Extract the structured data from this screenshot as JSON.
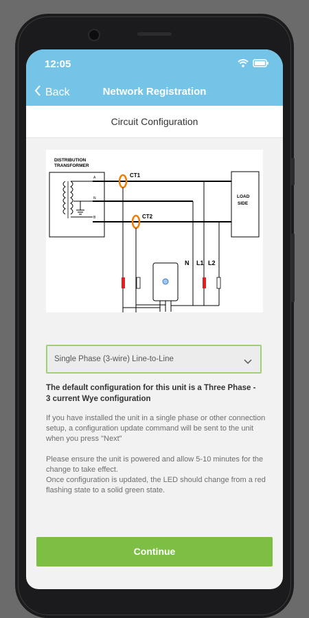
{
  "status_bar": {
    "time": "12:05"
  },
  "nav": {
    "back_label": "Back",
    "title": "Network Registration"
  },
  "section_title": "Circuit Configuration",
  "diagram": {
    "transformer_line1": "DISTRIBUTION",
    "transformer_line2": "TRANSFORMER",
    "phase_a": "A",
    "neutral": "N",
    "phase_b": "B",
    "ct1": "CT1",
    "ct2": "CT2",
    "load_line1": "LOAD",
    "load_line2": "SIDE",
    "label_n": "N",
    "label_l1": "L1",
    "label_l2": "L2"
  },
  "config_select": {
    "selected": "Single Phase (3-wire) Line-to-Line"
  },
  "default_note": "The default configuration for this unit is a Three Phase - 3 current Wye configuration",
  "paragraph1": "If you have installed the unit in a single phase or other connection setup, a configuration update command will be sent to the unit when you press \"Next\"",
  "paragraph2": "Please ensure the unit is powered and allow 5-10 minutes for the change to take effect.",
  "paragraph3": "Once configuration is updated, the LED should change from a red flashing state to a solid green state.",
  "continue_label": "Continue",
  "colors": {
    "header": "#74c4e7",
    "button": "#7dbf45",
    "dropdown_border": "#9ed36a",
    "ct_marker": "#f07d00",
    "fuse": "#e02020"
  },
  "icons": [
    "back-chevron-icon",
    "wifi-icon",
    "battery-icon",
    "chevron-down-icon"
  ]
}
